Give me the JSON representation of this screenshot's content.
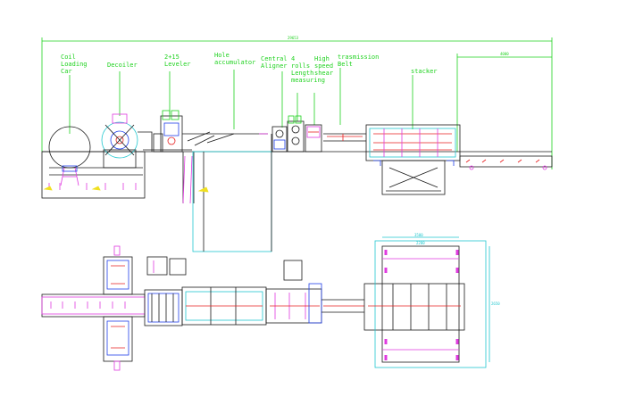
{
  "labels": {
    "coil_loading_car": "Coil\nLoading\nCar",
    "decoiler": "Decoiler",
    "leveler": "2+15\nLeveler",
    "hole_accumulator": "Hole\naccumulator",
    "central_aligner": "Central\nAligner",
    "rolls_length_measuring": "4\nrolls\nLength\nmeasuring",
    "high_speed_shear": "High\nspeed\nshear",
    "transmission_belt": "trasmission\nBelt",
    "stacker": "stacker"
  },
  "dimensions": {
    "overall_length": "29653",
    "stacker_length": "4000",
    "stacker_plan_width": "3500",
    "stacker_plan_inner": "2200",
    "stacker_plan_height": "2650"
  },
  "colors": {
    "line": "#1a1a1a",
    "label": "#1fd21f",
    "cyan": "#21c7cf",
    "magenta": "#e03ae0",
    "blue": "#2140e8",
    "red": "#e82020",
    "yellow": "#f0e020"
  }
}
